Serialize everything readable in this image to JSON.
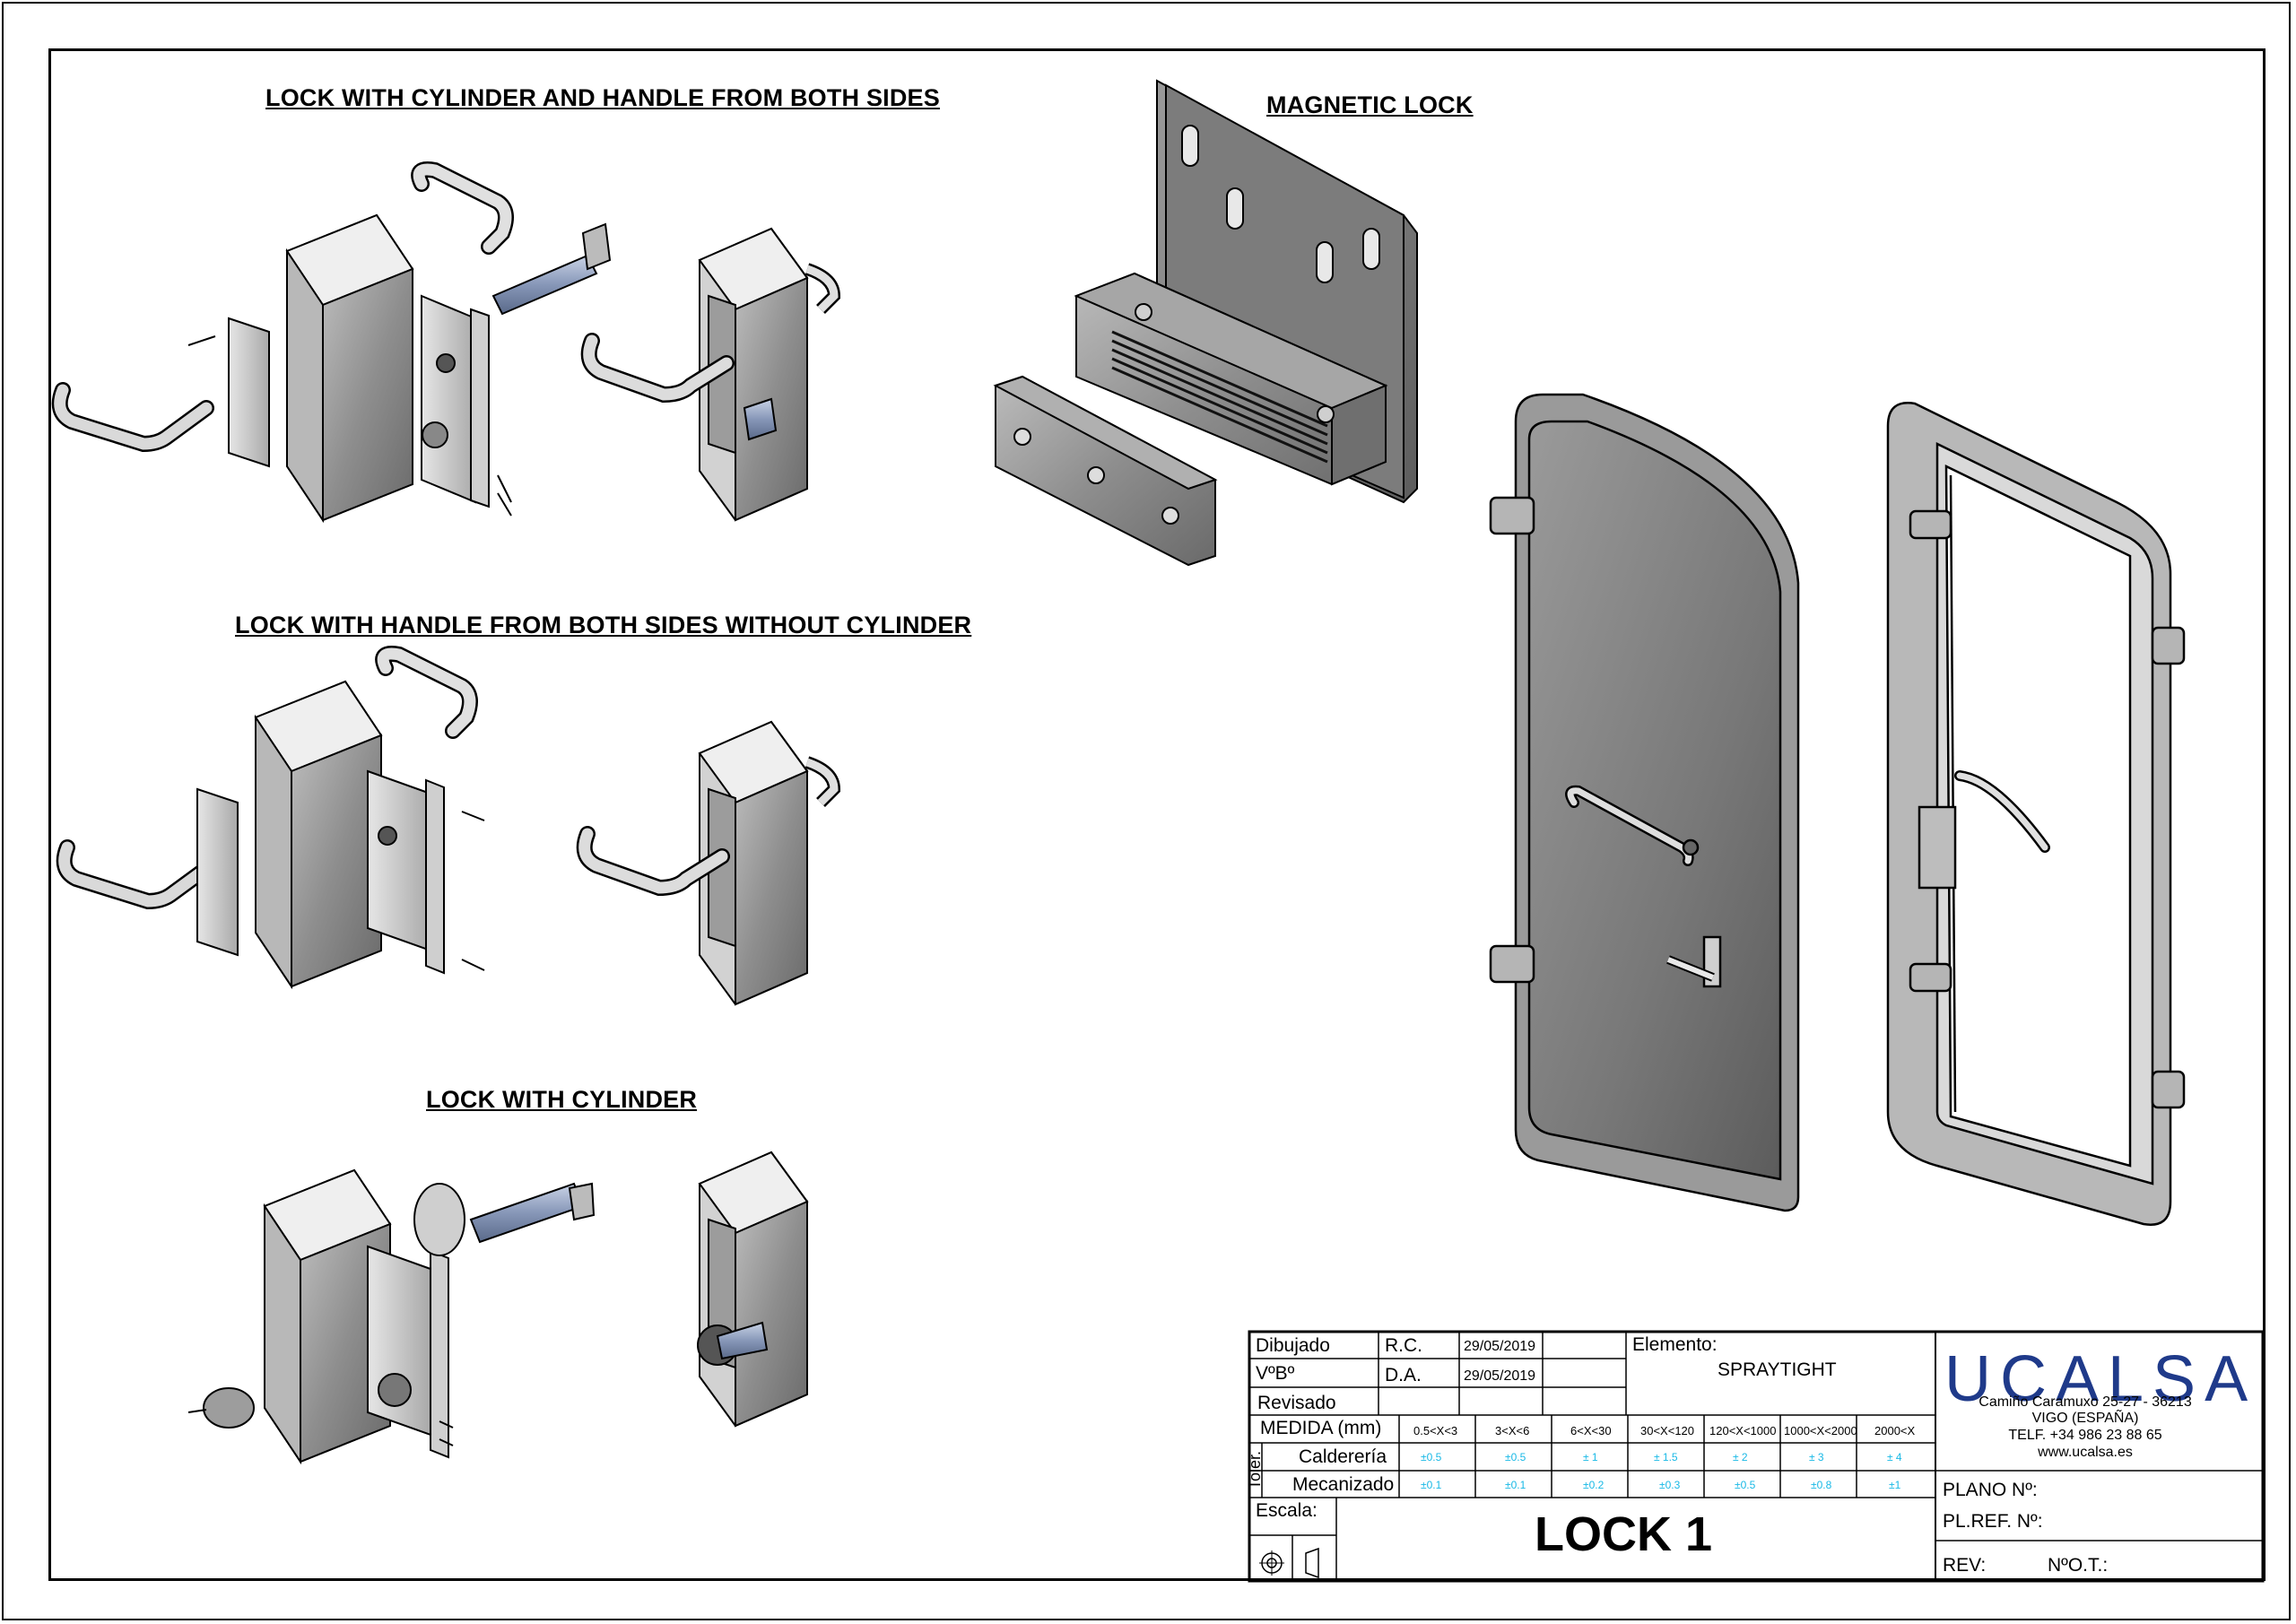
{
  "sections": {
    "lock_cylinder_handle": "LOCK WITH CYLINDER AND HANDLE FROM BOTH SIDES",
    "magnetic_lock": "MAGNETIC LOCK",
    "lock_handle_no_cylinder": "LOCK WITH HANDLE FROM BOTH SIDES WITHOUT CYLINDER",
    "lock_cylinder": "LOCK WITH CYLINDER"
  },
  "title_block": {
    "dibujado_label": "Dibujado",
    "dibujado_by": "R.C.",
    "dibujado_date": "29/05/2019",
    "vobo_label": "VºBº",
    "vobo_by": "D.A.",
    "vobo_date": "29/05/2019",
    "revisado_label": "Revisado",
    "elemento_label": "Elemento:",
    "elemento_value": "SPRAYTIGHT",
    "medida_label": "MEDIDA (mm)",
    "ranges": [
      "0.5<X<3",
      "3<X<6",
      "6<X<30",
      "30<X<120",
      "120<X<1000",
      "1000<X<2000",
      "2000<X"
    ],
    "toler_label": "Toler.",
    "caldereria_label": "Calderería",
    "caldereria_values": [
      "±0.5",
      "±0.5",
      "± 1",
      "± 1.5",
      "± 2",
      "± 3",
      "± 4"
    ],
    "mecanizado_label": "Mecanizado",
    "mecanizado_values": [
      "±0.1",
      "±0.1",
      "±0.2",
      "±0.3",
      "±0.5",
      "±0.8",
      "±1"
    ],
    "escala_label": "Escala:",
    "drawing_title": "LOCK 1",
    "plano_label": "PLANO Nº:",
    "plref_label": "PL.REF. Nº:",
    "rev_label": "REV:",
    "not_label": "NºO.T.:"
  },
  "company": {
    "logo": "UCALSA",
    "address": "Camiño Caramuxo 25-27 - 36213",
    "city": "VIGO (ESPAÑA)",
    "phone": "TELF. +34 986 23 88 65",
    "web": "www.ucalsa.es"
  }
}
